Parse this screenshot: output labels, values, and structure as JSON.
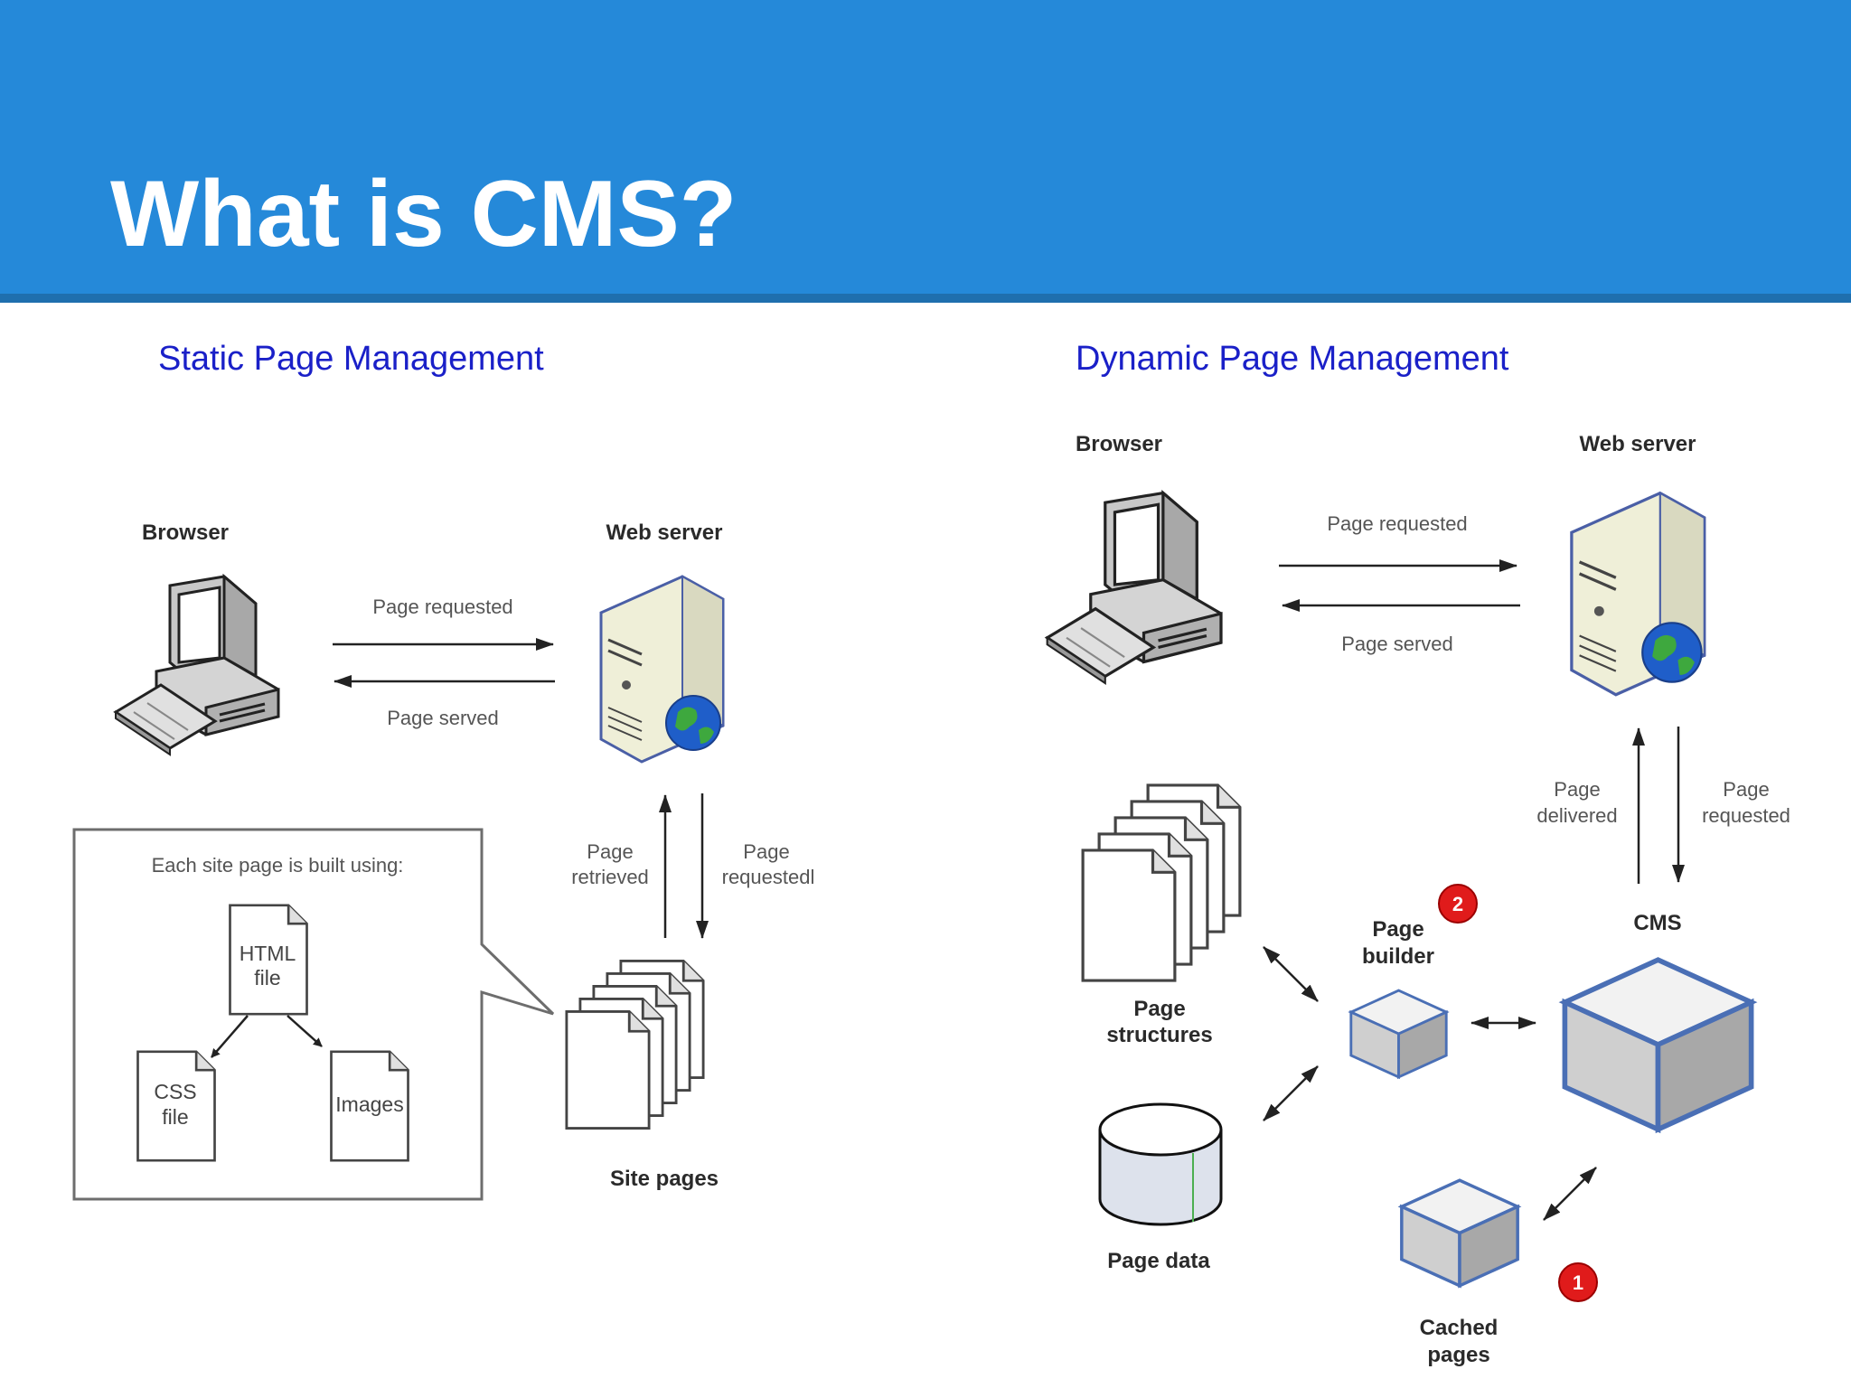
{
  "slide": {
    "title": "What is CMS?",
    "header_color": "#2589d9",
    "subtitle_color": "#1a20c8"
  },
  "static_diagram": {
    "heading": "Static Page Management",
    "browser_label": "Browser",
    "web_server_label": "Web server",
    "page_requested": "Page requested",
    "page_served": "Page served",
    "page_retrieved": [
      "Page",
      "retrieved"
    ],
    "page_requested_down": [
      "Page",
      "requestedl"
    ],
    "callout_text": "Each site page is built using:",
    "html_file": [
      "HTML",
      "file"
    ],
    "css_file": [
      "CSS",
      "file"
    ],
    "images": "Images",
    "site_pages": "Site pages"
  },
  "dynamic_diagram": {
    "heading": "Dynamic Page Management",
    "browser_label": "Browser",
    "web_server_label": "Web server",
    "page_requested": "Page requested",
    "page_served": "Page served",
    "page_delivered": [
      "Page",
      "delivered"
    ],
    "page_requested_down": [
      "Page",
      "requested"
    ],
    "cms_label": "CMS",
    "page_builder": [
      "Page",
      "builder"
    ],
    "page_structures": [
      "Page",
      "structures"
    ],
    "page_data": "Page data",
    "cached_pages": [
      "Cached",
      "pages"
    ],
    "badge_1": "1",
    "badge_2": "2"
  }
}
